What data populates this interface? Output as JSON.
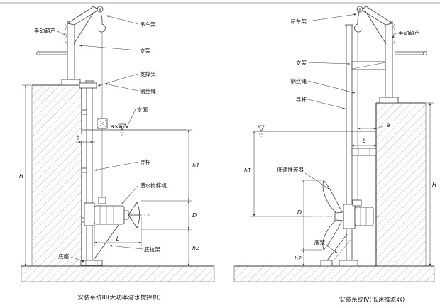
{
  "sheet": {
    "left": {
      "caption": "安装系统III(大功率潜水搅拌机)",
      "labels": {
        "manual_hoist": "手动葫芦",
        "crane_frame": "吊车架",
        "bracket": "支架",
        "support_frame": "支撑架",
        "wire_rope": "钢丝绳",
        "water_surface": "水面",
        "guide_rod": "导杆",
        "mixer": "潜水搅拌机",
        "bottom_tie": "底拉架",
        "base": "底座"
      },
      "dims": {
        "H": "H",
        "b": "b",
        "section": "a×a",
        "h1": "h1",
        "D": "D",
        "h2": "h2",
        "L": "L"
      }
    },
    "right": {
      "caption": "安装系统IV(低速推流器)",
      "labels": {
        "crane_frame": "吊车架",
        "manual_hoist": "手动葫芦",
        "bracket": "支架",
        "wire_rope": "钢丝绳",
        "guide_rod": "导杆",
        "flow_pusher": "低速推流器",
        "bottom_frame": "底架"
      },
      "dims": {
        "H": "H",
        "a": "a",
        "b": "b",
        "h1": "h1",
        "D": "D",
        "h2": "h2"
      }
    }
  }
}
